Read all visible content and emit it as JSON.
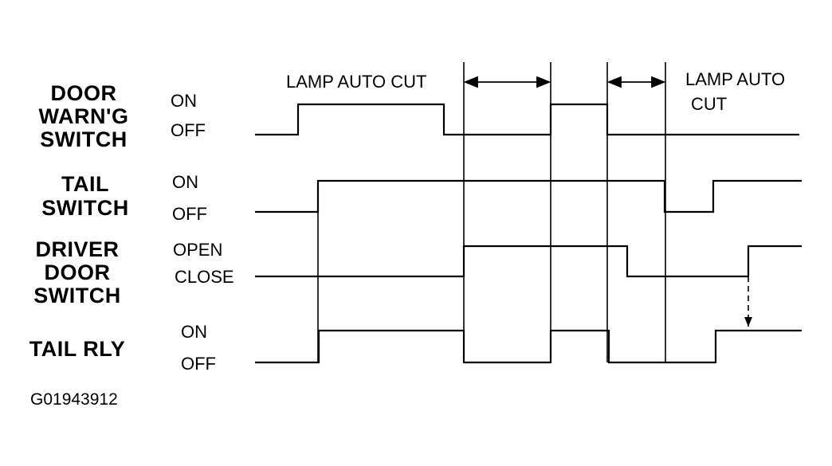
{
  "signals": [
    {
      "name_lines": [
        "DOOR",
        "WARN'G",
        "SWITCH"
      ],
      "high_label": "ON",
      "low_label": "OFF"
    },
    {
      "name_lines": [
        "TAIL",
        "SWITCH"
      ],
      "high_label": "ON",
      "low_label": "OFF"
    },
    {
      "name_lines": [
        "DRIVER",
        "DOOR",
        "SWITCH"
      ],
      "high_label": "OPEN",
      "low_label": "CLOSE"
    },
    {
      "name_lines": [
        "TAIL RLY"
      ],
      "high_label": "ON",
      "low_label": "OFF"
    }
  ],
  "annotations": {
    "lamp_auto_cut_1": "LAMP AUTO CUT",
    "lamp_auto_cut_2_line1": "LAMP AUTO",
    "lamp_auto_cut_2_line2": "CUT"
  },
  "figure_code": "G01943912",
  "colors": {
    "line": "#000000",
    "background": "#ffffff"
  }
}
